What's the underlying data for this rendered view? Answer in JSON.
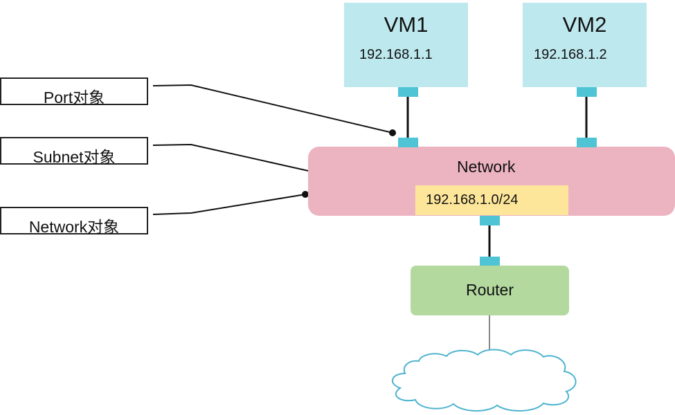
{
  "vms": [
    {
      "name": "VM1",
      "ip": "192.168.1.1"
    },
    {
      "name": "VM2",
      "ip": "192.168.1.2"
    }
  ],
  "network": {
    "label": "Network",
    "subnet": "192.168.1.0/24"
  },
  "router": {
    "label": "Router"
  },
  "callouts": {
    "port": "Port对象",
    "subnet": "Subnet对象",
    "network": "Network对象"
  },
  "colors": {
    "vm_fill": "#bde8ee",
    "network_fill": "#ecb4c1",
    "subnet_fill": "#fde69a",
    "router_fill": "#b3d99f",
    "port_fill": "#4fc4d4",
    "cloud_stroke": "#4fb3cf"
  },
  "icons": {
    "internet": "cloud-icon"
  }
}
